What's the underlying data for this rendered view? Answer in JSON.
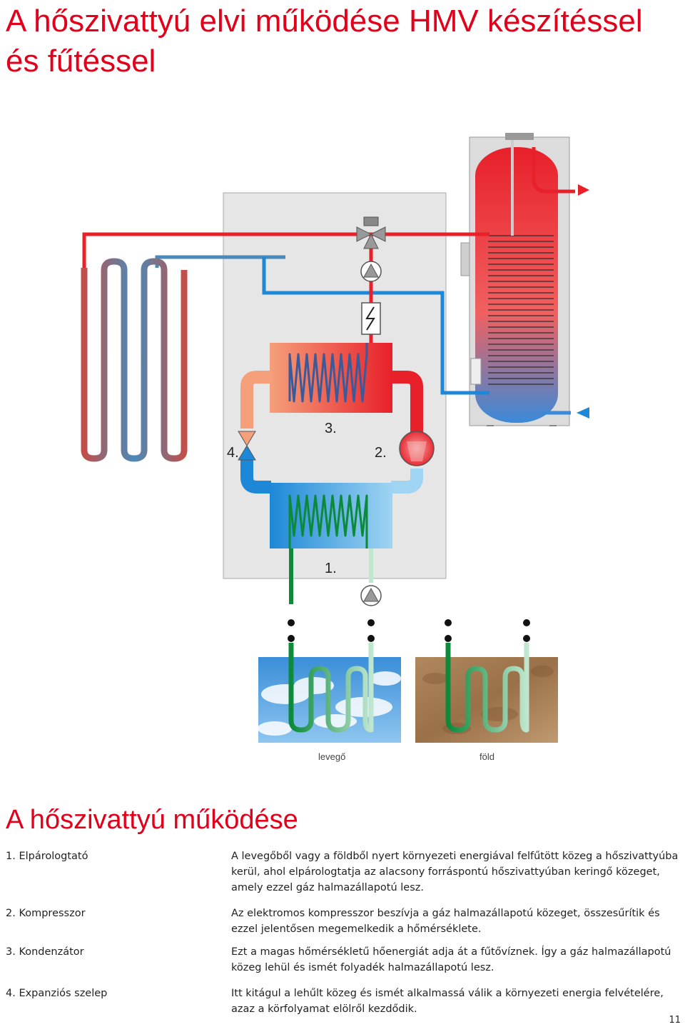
{
  "page": {
    "title": "A hőszivattyú elvi működése HMV készítéssel és fűtéssel",
    "section_title": "A hőszivattyú működése",
    "page_number": "11"
  },
  "diagram": {
    "labels": {
      "evaporator": "1.",
      "compressor": "2.",
      "condenser": "3.",
      "expansion_valve": "4."
    },
    "captions": {
      "air": "levegő",
      "ground": "föld"
    }
  },
  "items": [
    {
      "term": "1. Elpárologtató",
      "desc": "A levegőből vagy a földből nyert környezeti energiával felfűtött közeg a hőszivattyúba kerül, ahol elpárologtatja az alacsony forráspontú hőszivattyúban keringő közeget, amely ezzel gáz halmazállapotú lesz."
    },
    {
      "term": "2. Kompresszor",
      "desc": "Az elektromos kompresszor beszívja a gáz halmazállapotú közeget, összesűrítik és ezzel jelentősen megemelkedik a hőmérséklete."
    },
    {
      "term": "3. Kondenzátor",
      "desc": "Ezt a magas hőmérsékletű hőenergiát adja át a fűtővíznek. Így a gáz halmazállapotú közeg lehül és ismét folyadék halmazállapotú lesz."
    },
    {
      "term": "4. Expanziós szelep",
      "desc": "Itt kitágul a lehűlt közeg és ismét alkalmassá válik a környezeti energia felvételére, azaz a körfolyamat elölről kezdődik."
    }
  ]
}
